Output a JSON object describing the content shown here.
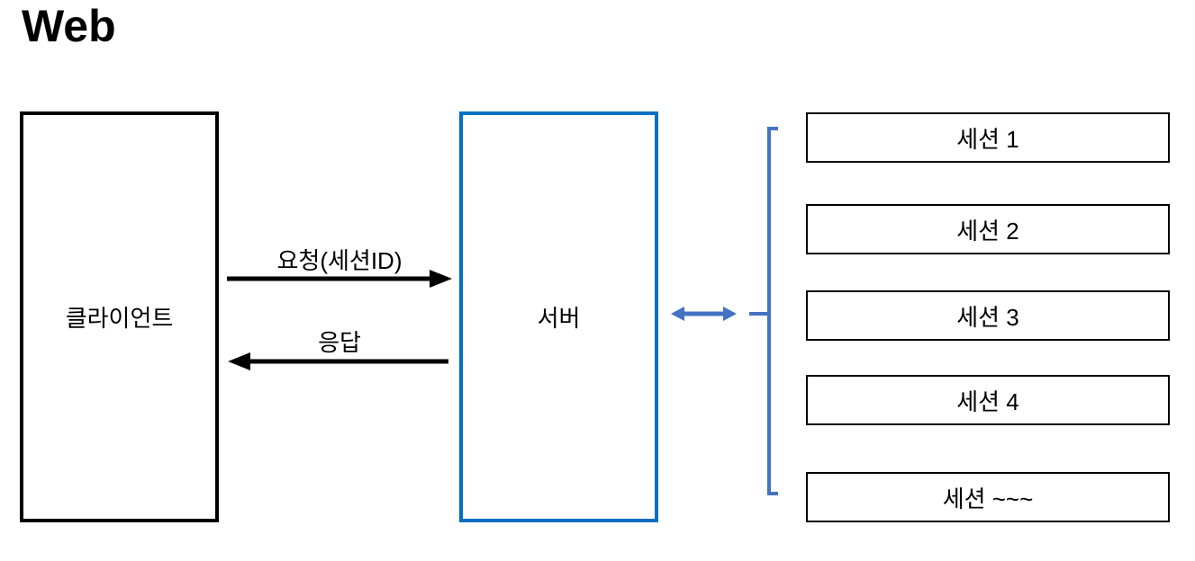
{
  "title": "Web",
  "client": {
    "label": "클라이언트"
  },
  "server": {
    "label": "서버"
  },
  "connections": {
    "request_label": "요청(세션ID)",
    "response_label": "응답",
    "icons": [
      "right-arrow-icon",
      "left-arrow-icon",
      "double-arrow-icon",
      "left-brace-icon"
    ]
  },
  "sessions": [
    {
      "label": "세션 1"
    },
    {
      "label": "세션 2"
    },
    {
      "label": "세션 3"
    },
    {
      "label": "세션 4"
    },
    {
      "label": "세션 ~~~"
    }
  ],
  "colors": {
    "black": "#000000",
    "server_border": "#0070C0",
    "connector_blue": "#4472C4",
    "background": "#FFFFFF"
  }
}
